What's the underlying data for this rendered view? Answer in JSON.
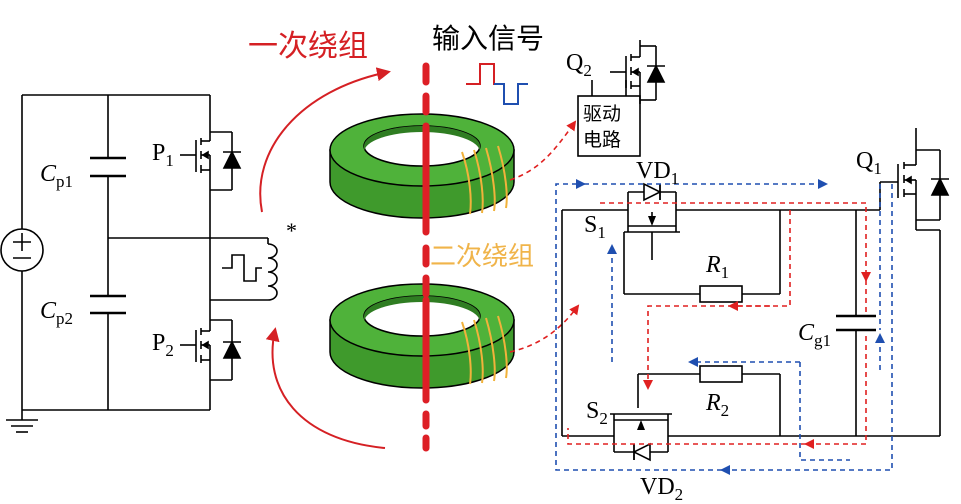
{
  "labels": {
    "primary_winding": "一次绕组",
    "input_signal": "输入信号",
    "secondary_winding": "二次绕组",
    "drive_circuit_line1": "驱动",
    "drive_circuit_line2": "电路",
    "dot_marker": "*",
    "Q1": "Q",
    "Q1_sub": "1",
    "Q2": "Q",
    "Q2_sub": "2",
    "P1": "P",
    "P1_sub": "1",
    "P2": "P",
    "P2_sub": "2",
    "Cp1": "C",
    "Cp1_sub": "p1",
    "Cp2": "C",
    "Cp2_sub": "p2",
    "VD1": "VD",
    "VD1_sub": "1",
    "VD2": "VD",
    "VD2_sub": "2",
    "S1": "S",
    "S1_sub": "1",
    "S2": "S",
    "S2_sub": "2",
    "R1": "R",
    "R1_sub": "1",
    "R2": "R",
    "R2_sub": "2",
    "Cg1": "C",
    "Cg1_sub": "g1"
  },
  "colors": {
    "core_green": "#46a332",
    "core_dark": "#2f7d22",
    "primary_red": "#dd1f26",
    "secondary_orange": "#f1b23b",
    "secondary_text": "#f0b44a",
    "path_red": "#e02020",
    "path_blue": "#1f4fb0",
    "wire": "#000000"
  }
}
